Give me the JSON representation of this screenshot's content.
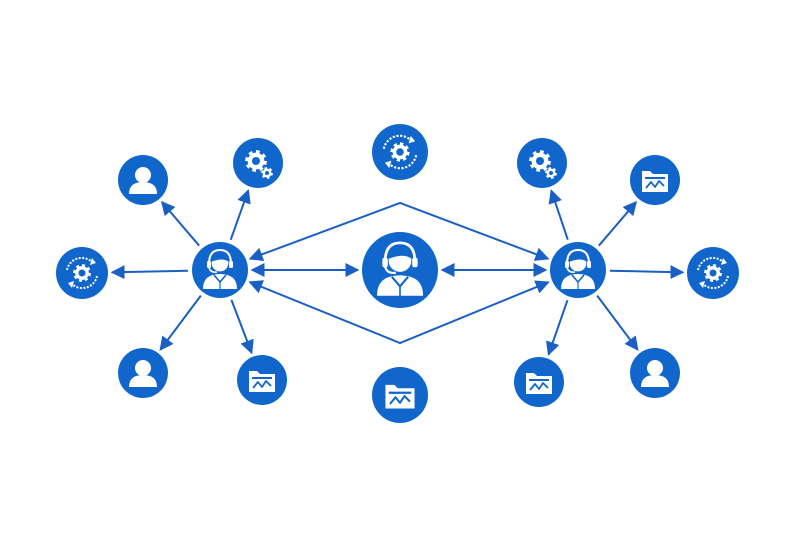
{
  "diagram": {
    "colors": {
      "accent": "#1166cc",
      "line": "#1a5fc4",
      "fill_white": "#ffffff",
      "background": "#ffffff"
    },
    "nodes": [
      {
        "id": "center-agent",
        "icon": "headset-agent-icon"
      },
      {
        "id": "left-hub",
        "icon": "headset-agent-icon"
      },
      {
        "id": "right-hub",
        "icon": "headset-agent-icon"
      },
      {
        "id": "left-top-user",
        "icon": "user-icon"
      },
      {
        "id": "left-top-gears",
        "icon": "gears-icon"
      },
      {
        "id": "left-cycle-gear",
        "icon": "cycle-gear-icon"
      },
      {
        "id": "left-bottom-user",
        "icon": "user-icon"
      },
      {
        "id": "left-bottom-folder",
        "icon": "folder-chart-icon"
      },
      {
        "id": "top-cycle-gear",
        "icon": "cycle-gear-icon"
      },
      {
        "id": "bottom-folder",
        "icon": "folder-chart-icon"
      },
      {
        "id": "right-top-gears",
        "icon": "gears-icon"
      },
      {
        "id": "right-top-folder",
        "icon": "folder-chart-icon"
      },
      {
        "id": "right-cycle-gear",
        "icon": "cycle-gear-icon"
      },
      {
        "id": "right-bottom-folder",
        "icon": "folder-chart-icon"
      },
      {
        "id": "right-bottom-user",
        "icon": "user-icon"
      }
    ],
    "edges": [
      {
        "from": "left-hub",
        "to": "center-agent",
        "arrows": "both"
      },
      {
        "from": "right-hub",
        "to": "center-agent",
        "arrows": "both"
      },
      {
        "from": "left-hub",
        "to": "right-hub",
        "arrows": "both",
        "route": "upper-diamond"
      },
      {
        "from": "left-hub",
        "to": "right-hub",
        "arrows": "both",
        "route": "lower-diamond"
      },
      {
        "from": "left-hub",
        "to": "left-top-user",
        "arrows": "end"
      },
      {
        "from": "left-hub",
        "to": "left-top-gears",
        "arrows": "end"
      },
      {
        "from": "left-hub",
        "to": "left-cycle-gear",
        "arrows": "end"
      },
      {
        "from": "left-hub",
        "to": "left-bottom-user",
        "arrows": "end"
      },
      {
        "from": "left-hub",
        "to": "left-bottom-folder",
        "arrows": "end"
      },
      {
        "from": "right-hub",
        "to": "right-top-gears",
        "arrows": "end"
      },
      {
        "from": "right-hub",
        "to": "right-top-folder",
        "arrows": "end"
      },
      {
        "from": "right-hub",
        "to": "right-cycle-gear",
        "arrows": "end"
      },
      {
        "from": "right-hub",
        "to": "right-bottom-folder",
        "arrows": "end"
      },
      {
        "from": "right-hub",
        "to": "right-bottom-user",
        "arrows": "end"
      }
    ]
  }
}
